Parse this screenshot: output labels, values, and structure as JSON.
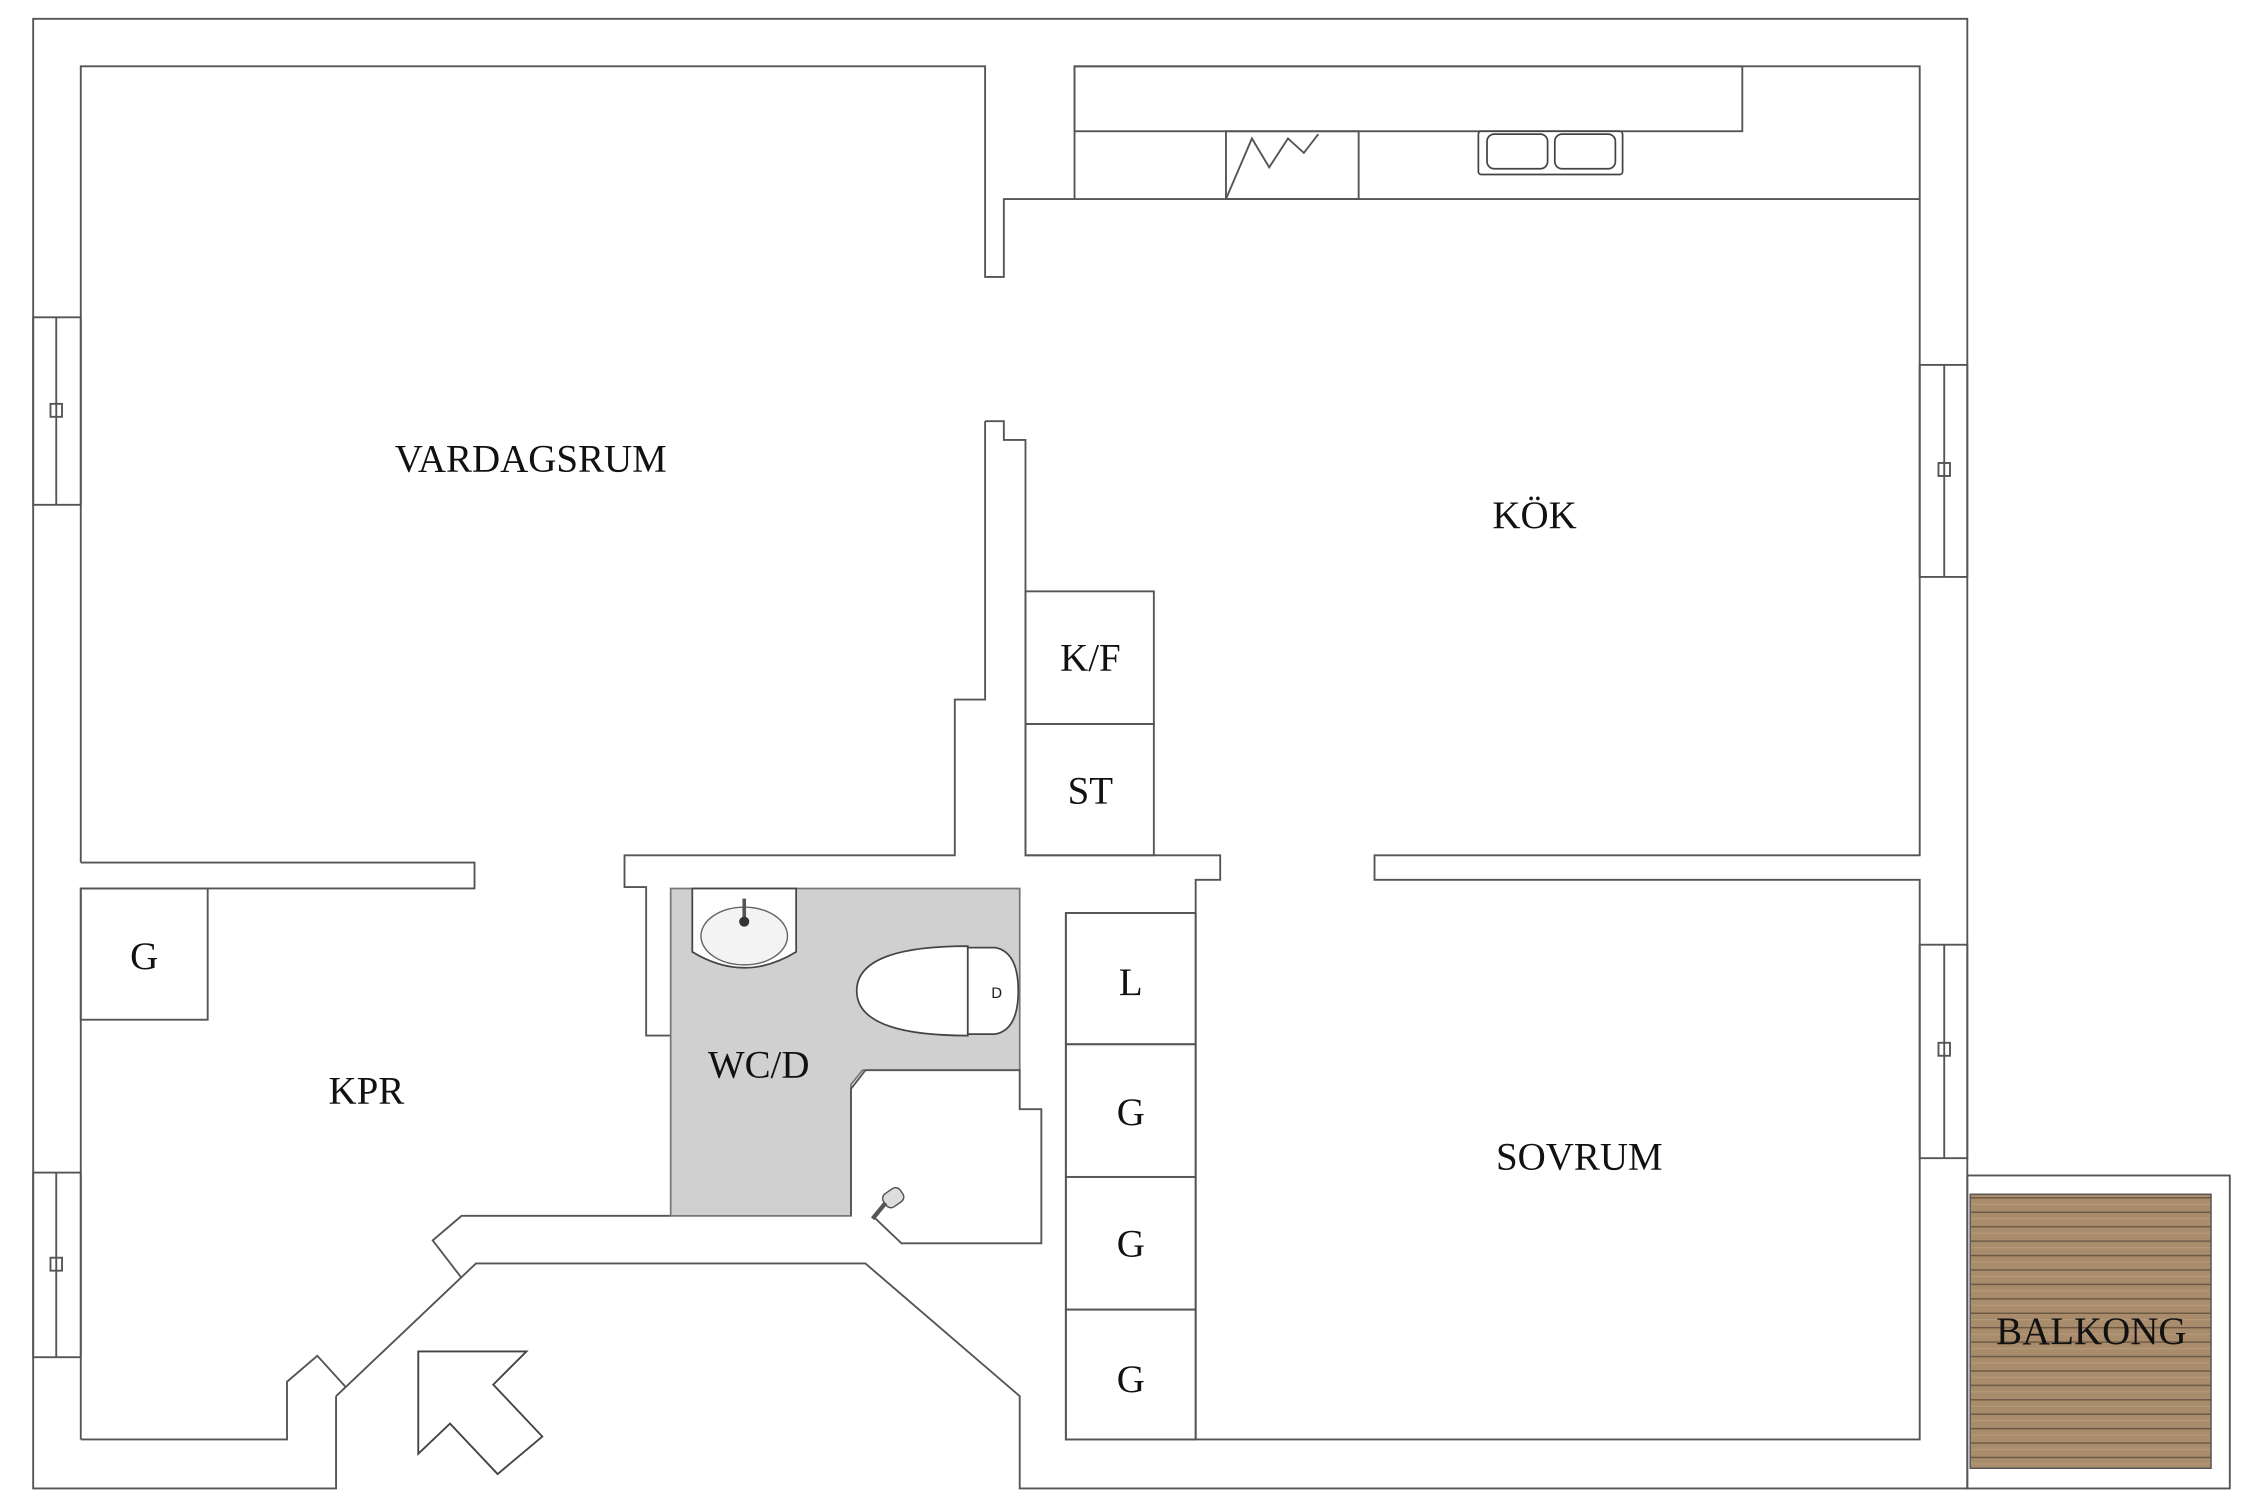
{
  "plan": {
    "rooms": {
      "vardagsrum": "VARDAGSRUM",
      "kok": "KÖK",
      "kpr": "KPR",
      "wcd": "WC/D",
      "sovrum": "SOVRUM",
      "balkong": "BALKONG"
    },
    "storage": {
      "kf": "K/F",
      "st": "ST",
      "g_hall": "G",
      "l": "L",
      "g1": "G",
      "g2": "G",
      "g3": "G"
    },
    "colors": {
      "wall_line": "#555555",
      "bathroom_floor": "#d0d0d0",
      "balcony_deck": "#a88c6c"
    },
    "icons": [
      "entrance-arrow-icon",
      "sink-icon",
      "toilet-icon",
      "shower-icon",
      "kitchen-sink-icon",
      "window-icon"
    ]
  }
}
